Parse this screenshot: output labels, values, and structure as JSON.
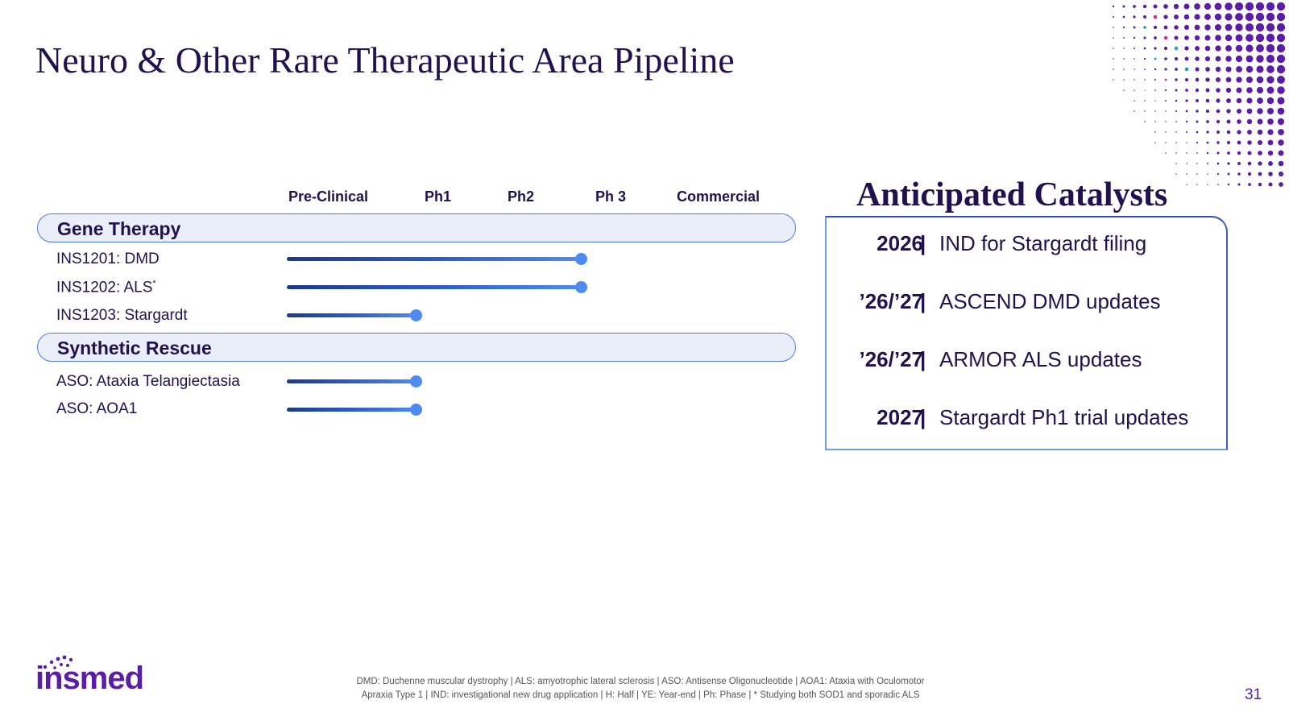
{
  "slide": {
    "title": "Neuro & Other Rare Therapeutic Area Pipeline",
    "page_number": "31"
  },
  "pipeline": {
    "phases": [
      "Pre-Clinical",
      "Ph1",
      "Ph2",
      "Ph 3",
      "Commercial"
    ],
    "groups": [
      {
        "label": "Gene Therapy",
        "programs": [
          {
            "name": "INS1201: DMD",
            "progress": 0.59
          },
          {
            "name": "INS1202: ALS",
            "marker": "*",
            "progress": 0.59
          },
          {
            "name": "INS1203: Stargardt",
            "progress": 0.26
          }
        ]
      },
      {
        "label": "Synthetic Rescue",
        "programs": [
          {
            "name": "ASO: Ataxia Telangiectasia",
            "progress": 0.26
          },
          {
            "name": "ASO: AOA1",
            "progress": 0.26
          }
        ]
      }
    ]
  },
  "catalysts": {
    "heading": "Anticipated Catalysts",
    "separator": "|",
    "items": [
      {
        "year": "2026",
        "text": "IND for Stargardt filing"
      },
      {
        "year": "’26/’27",
        "text": "ASCEND DMD updates"
      },
      {
        "year": "’26/’27",
        "text": "ARMOR ALS updates"
      },
      {
        "year": "2027",
        "text": "Stargardt Ph1 trial updates"
      }
    ]
  },
  "footer": {
    "logo_text": "insmed",
    "footnote_line1": "DMD: Duchenne muscular dystrophy | ALS: amyotrophic lateral sclerosis | ASO: Antisense Oligonucleotide | AOA1: Ataxia with Oculomotor",
    "footnote_line2": "Apraxia Type 1 | IND: investigational new drug application | H: Half | YE: Year-end | Ph: Phase | * Studying both SOD1 and sporadic ALS"
  },
  "colors": {
    "primary": "#22104f",
    "accent_blue": "#4d8bf0",
    "brand_purple": "#5b1da8",
    "dot_pink": "#d6249f",
    "dot_teal": "#1aa39a",
    "dot_cyan": "#2aa0d8"
  }
}
